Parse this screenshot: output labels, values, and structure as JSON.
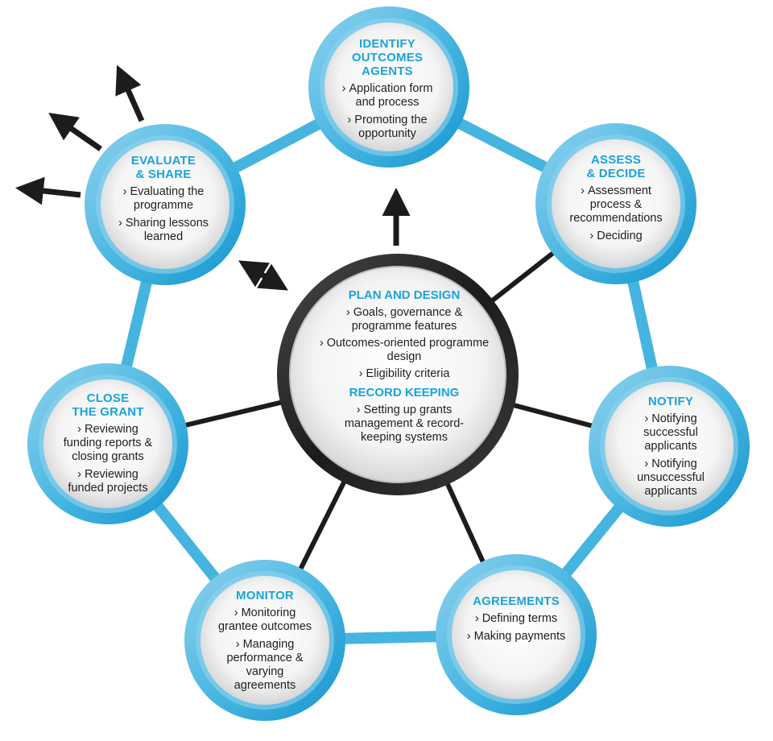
{
  "colors": {
    "ring": "#45b5e0",
    "ring_dark": "#1494cf",
    "ring_light": "#8fd2ee",
    "title": "#1aa3db",
    "connector": "#1c1c1c",
    "center_ring": "#1c1c1c",
    "fill_center": "#ffffff",
    "fill_edge": "#d9d9d9"
  },
  "center": {
    "sections": [
      {
        "title": "PLAN AND DESIGN",
        "bullets": [
          "Goals, governance & programme features",
          "Outcomes-oriented programme design",
          "Eligibility criteria"
        ]
      },
      {
        "title": "RECORD KEEPING",
        "bullets": [
          "Setting up grants management & record-keeping systems"
        ]
      }
    ]
  },
  "nodes": [
    {
      "id": "identify",
      "title": "IDENTIFY\nOUTCOMES\nAGENTS",
      "bullets": [
        "Application form\nand process",
        "Promoting the\nopportunity"
      ]
    },
    {
      "id": "assess",
      "title": "ASSESS\n& DECIDE",
      "bullets": [
        "Assessment\nprocess &\nrecommendations",
        "Deciding"
      ]
    },
    {
      "id": "notify",
      "title": "NOTIFY",
      "bullets": [
        "Notifying\nsuccessful\napplicants",
        "Notifying\nunsuccessful\napplicants"
      ]
    },
    {
      "id": "agreements",
      "title": "AGREEMENTS",
      "bullets": [
        "Defining terms",
        "Making payments"
      ]
    },
    {
      "id": "monitor",
      "title": "MONITOR",
      "bullets": [
        "Monitoring\ngrantee outcomes",
        "Managing\nperformance &\nvarying\nagreements"
      ]
    },
    {
      "id": "close",
      "title": "CLOSE\nTHE GRANT",
      "bullets": [
        "Reviewing\nfunding reports &\nclosing grants",
        "Reviewing\nfunded projects"
      ]
    },
    {
      "id": "evaluate",
      "title": "EVALUATE\n& SHARE",
      "bullets": [
        "Evaluating the\nprogramme",
        "Sharing lessons\nlearned"
      ]
    }
  ]
}
